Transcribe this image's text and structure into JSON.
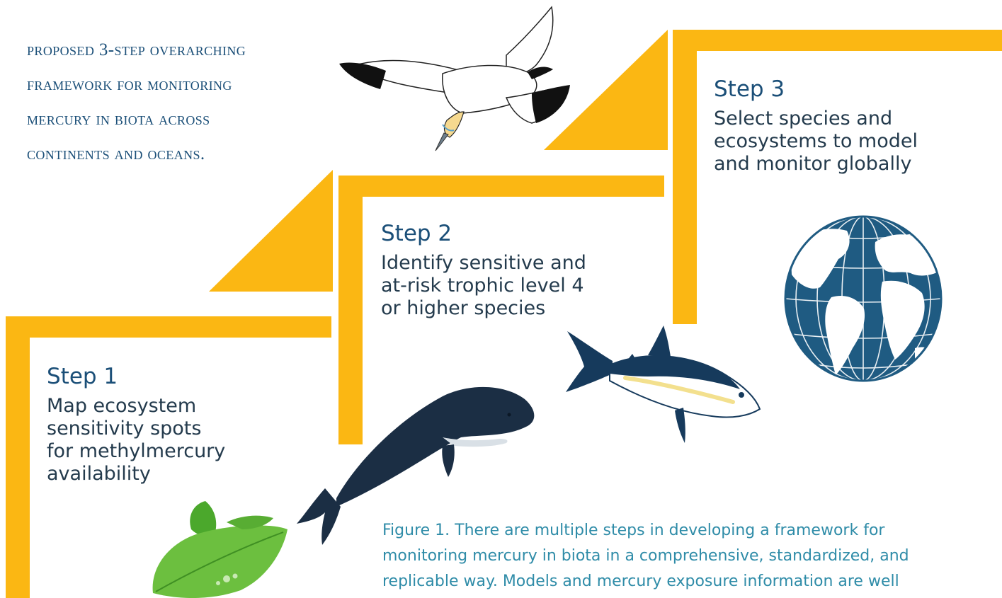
{
  "intro_lines": [
    "proposed 3-step overarching",
    "framework for monitoring",
    "mercury in biota across",
    "continents and oceans."
  ],
  "steps": [
    {
      "title": "Step 1",
      "lines": [
        "Map ecosystem",
        "sensitivity spots",
        "for methylmercury",
        "availability"
      ]
    },
    {
      "title": "Step 2",
      "lines": [
        "Identify sensitive and",
        "at-risk trophic level 4",
        "or higher species"
      ]
    },
    {
      "title": "Step 3",
      "lines": [
        "Select species and",
        "ecosystems to model",
        "and monitor globally"
      ]
    }
  ],
  "caption_lines": [
    "Figure 1. There are multiple steps in developing a framework for",
    "monitoring mercury in biota in a comprehensive, standardized, and",
    "replicable way. Models and mercury exposure information are well"
  ],
  "colors": {
    "accent": "#fbb713",
    "title": "#1b4f78",
    "caption": "#2f8ca8",
    "navy": "#163a5c"
  },
  "icons": [
    "gannet-bird-icon",
    "globe-icon",
    "tuna-fish-icon",
    "whale-icon",
    "leaf-icon"
  ]
}
